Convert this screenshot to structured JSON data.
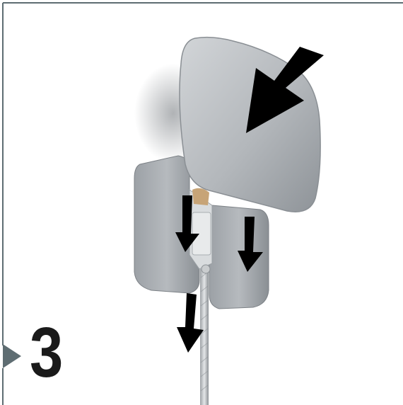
{
  "step": {
    "number": "3",
    "marker_icon": "triangle-pointer-icon"
  },
  "colors": {
    "frame": "#5e6d72",
    "metal_light": "#c4c8cb",
    "metal_mid": "#a3a8ac",
    "metal_dark": "#7c8186",
    "arrow": "#000000",
    "background": "#ffffff"
  },
  "illustration": {
    "subject": "wire-hook-mounting-assembly",
    "arrows": 4
  }
}
